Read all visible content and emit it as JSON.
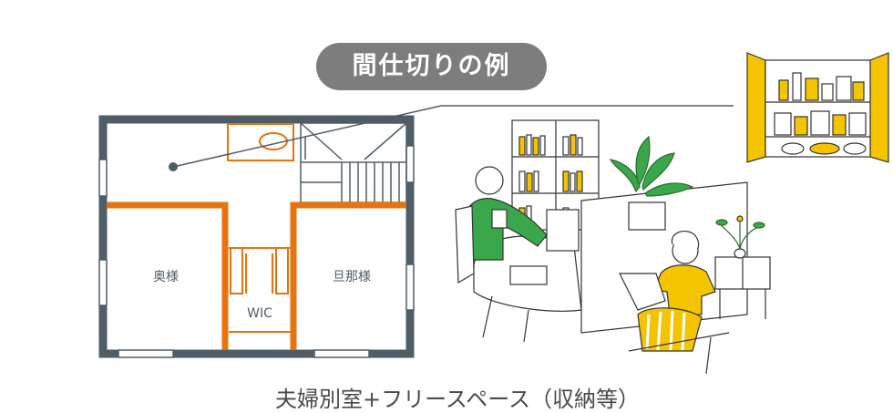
{
  "header": {
    "title": "間仕切りの例"
  },
  "floor_plan": {
    "rooms": {
      "left": "奥様",
      "right": "旦那様",
      "closet": "WIC"
    },
    "colors": {
      "wall": "#4e5d66",
      "partition": "#e8730e",
      "pointer": "#4e5d66"
    }
  },
  "illustration": {
    "scene": "couple working in shared room with bookshelf, desk, sewing machine and pantry closet"
  },
  "caption": {
    "text": "夫婦別室+フリースペース（収納等）"
  }
}
